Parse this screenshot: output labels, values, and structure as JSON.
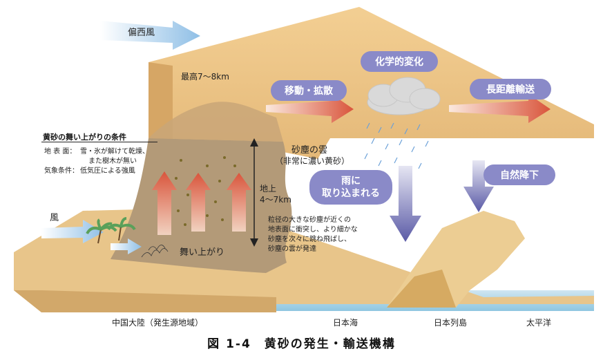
{
  "labels": {
    "westerlies": "偏西風",
    "max_height": "最高7〜8km",
    "wind": "風",
    "dust_cloud": "砂塵の雲",
    "dust_cloud_sub": "（非常に濃い黄砂）",
    "ground_height_1": "地上",
    "ground_height_2": "4〜7km",
    "saltation_1": "粒径の大きな砂塵が近くの",
    "saltation_2": "地表面に衝突し、より細かな",
    "saltation_3": "砂塵を次々に跳ね飛ばし、",
    "saltation_4": "砂塵の雲が発達",
    "rise": "舞い上がり"
  },
  "bubbles": {
    "move": "移動・拡散",
    "chem": "化学的変化",
    "longrange": "長距離輸送",
    "rain_1": "雨に",
    "rain_2": "取り込まれる",
    "natural": "自然降下"
  },
  "conditions": {
    "title": "黄砂の舞い上がりの条件",
    "surface_label": "地 表 面：",
    "surface_1": "雪・氷が解けて乾燥、",
    "surface_2": "また樹木が無い",
    "weather_label": "気象条件：",
    "weather_1": "低気圧による強風"
  },
  "ground": {
    "china": "中国大陸（発生源地域）",
    "sea_japan": "日本海",
    "islands": "日本列島",
    "pacific": "太平洋"
  },
  "caption": "図 1-4　黄砂の発生・輸送機構",
  "colors": {
    "sky_dust": "#e8bf82",
    "dust_cloud": "#b39a78",
    "ground_tan": "#e7c78f",
    "bubble_blue": "#8a8ac8",
    "arrow_red": "#d9553c",
    "sea": "#a9d3e8"
  }
}
